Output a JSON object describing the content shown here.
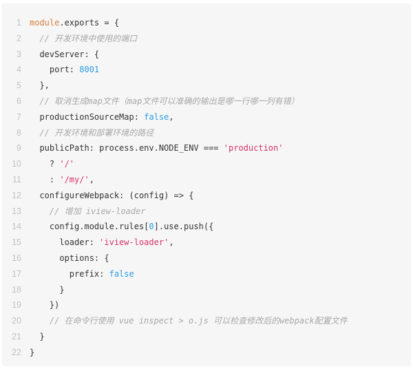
{
  "colors": {
    "background": "#f6f6f6",
    "keyword": "#d4803f",
    "comment": "#a8a8a8",
    "number": "#2b9de6",
    "string": "#d6336c",
    "text": "#333333"
  },
  "code_lines": [
    {
      "n": "1",
      "tokens": [
        [
          "kw",
          "module"
        ],
        [
          "tx",
          ".exports = {"
        ]
      ]
    },
    {
      "n": "2",
      "tokens": [
        [
          "tx",
          "  "
        ],
        [
          "cm",
          "// 开发环境中使用的端口"
        ]
      ]
    },
    {
      "n": "3",
      "tokens": [
        [
          "tx",
          "  devServer: {"
        ]
      ]
    },
    {
      "n": "4",
      "tokens": [
        [
          "tx",
          "    port: "
        ],
        [
          "num",
          "8001"
        ]
      ]
    },
    {
      "n": "5",
      "tokens": [
        [
          "tx",
          "  },"
        ]
      ]
    },
    {
      "n": "6",
      "tokens": [
        [
          "tx",
          "  "
        ],
        [
          "cm",
          "// 取消生成map文件（map文件可以准确的输出是哪一行哪一列有错）"
        ]
      ]
    },
    {
      "n": "7",
      "tokens": [
        [
          "tx",
          "  productionSourceMap: "
        ],
        [
          "num",
          "false"
        ],
        [
          "tx",
          ","
        ]
      ]
    },
    {
      "n": "8",
      "tokens": [
        [
          "tx",
          "  "
        ],
        [
          "cm",
          "// 开发环境和部署环境的路径"
        ]
      ]
    },
    {
      "n": "9",
      "tokens": [
        [
          "tx",
          "  publicPath: process.env.NODE_ENV === "
        ],
        [
          "str",
          "'production'"
        ]
      ]
    },
    {
      "n": "10",
      "tokens": [
        [
          "tx",
          "    ? "
        ],
        [
          "str",
          "'/'"
        ]
      ]
    },
    {
      "n": "11",
      "tokens": [
        [
          "tx",
          "    : "
        ],
        [
          "str",
          "'/my/'"
        ],
        [
          "tx",
          ","
        ]
      ]
    },
    {
      "n": "12",
      "tokens": [
        [
          "tx",
          "  configureWebpack: (config) => {"
        ]
      ]
    },
    {
      "n": "13",
      "tokens": [
        [
          "tx",
          "    "
        ],
        [
          "cm",
          "// 增加 iview-loader"
        ]
      ]
    },
    {
      "n": "14",
      "tokens": [
        [
          "tx",
          "    config.module.rules["
        ],
        [
          "num",
          "0"
        ],
        [
          "tx",
          "].use.push({"
        ]
      ]
    },
    {
      "n": "15",
      "tokens": [
        [
          "tx",
          "      loader: "
        ],
        [
          "str",
          "'iview-loader'"
        ],
        [
          "tx",
          ","
        ]
      ]
    },
    {
      "n": "16",
      "tokens": [
        [
          "tx",
          "      options: {"
        ]
      ]
    },
    {
      "n": "17",
      "tokens": [
        [
          "tx",
          "        prefix: "
        ],
        [
          "num",
          "false"
        ]
      ]
    },
    {
      "n": "18",
      "tokens": [
        [
          "tx",
          "      }"
        ]
      ]
    },
    {
      "n": "19",
      "tokens": [
        [
          "tx",
          "    })"
        ]
      ]
    },
    {
      "n": "20",
      "tokens": [
        [
          "tx",
          "    "
        ],
        [
          "cm",
          "// 在命令行使用 vue inspect > o.js 可以检查修改后的webpack配置文件"
        ]
      ]
    },
    {
      "n": "21",
      "tokens": [
        [
          "tx",
          "  }"
        ]
      ]
    },
    {
      "n": "22",
      "tokens": [
        [
          "tx",
          "}"
        ]
      ]
    }
  ]
}
